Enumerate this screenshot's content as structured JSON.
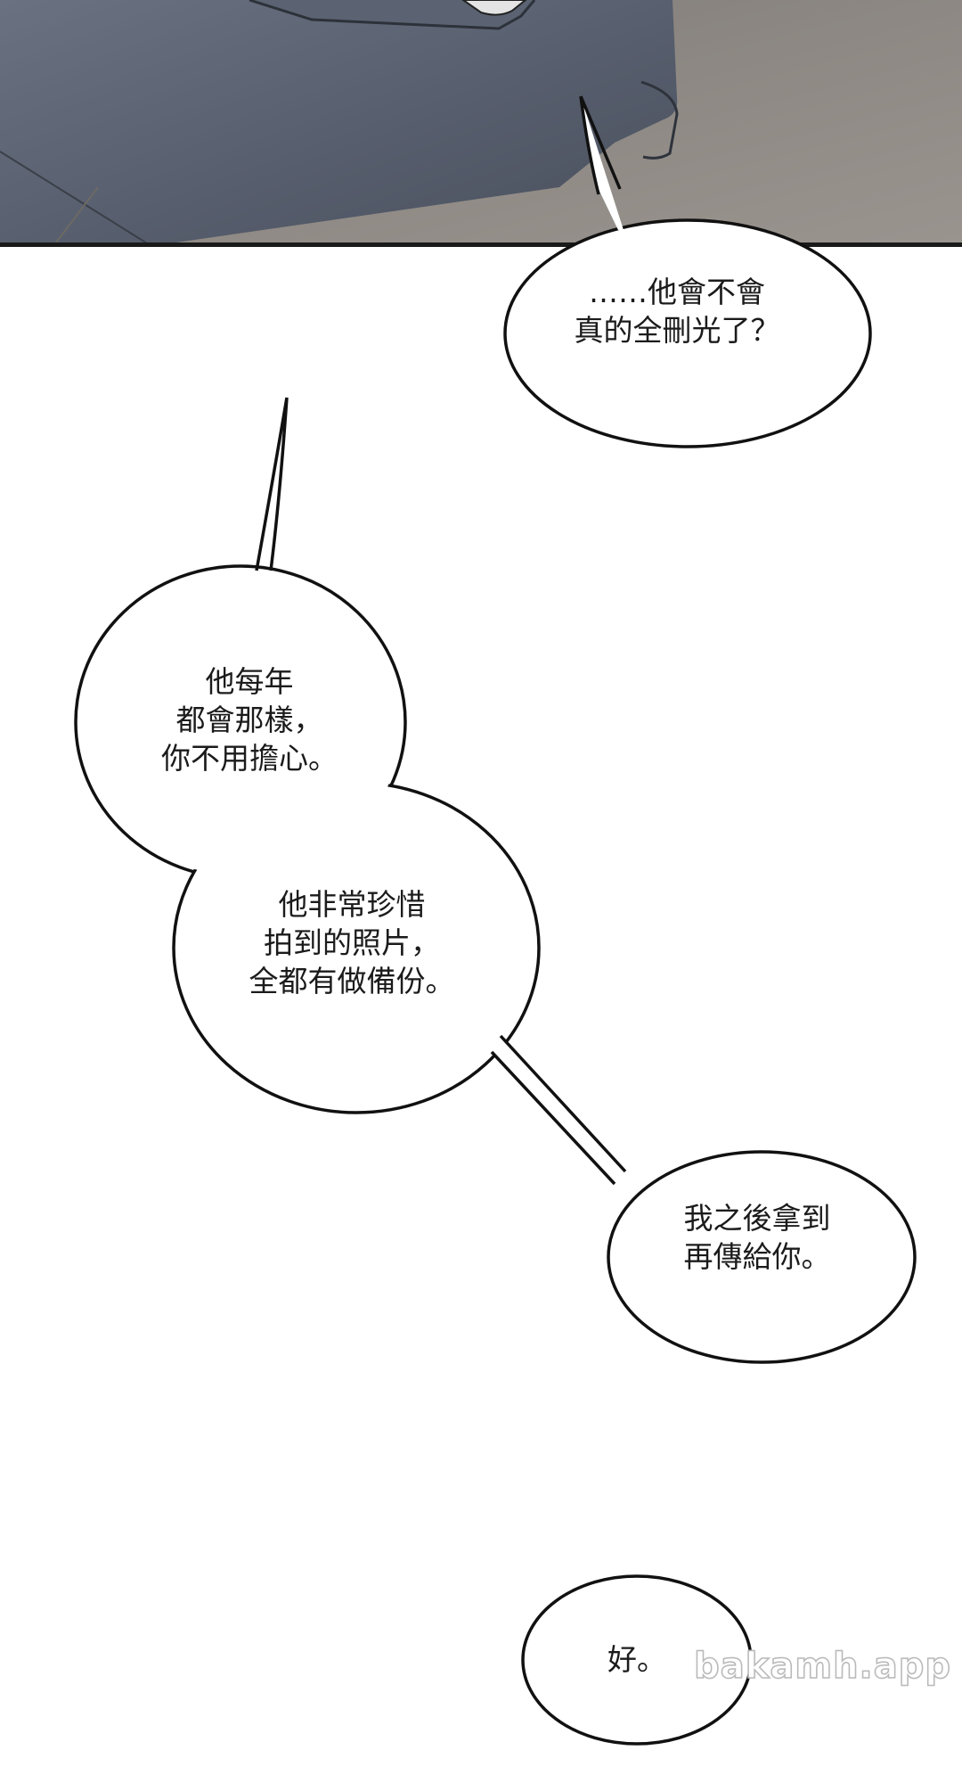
{
  "bubbles": [
    {
      "lines": [
        "……他會不會",
        "真的全刪光了？"
      ]
    },
    {
      "lines": [
        "他每年",
        "都會那樣，",
        "你不用擔心。"
      ]
    },
    {
      "lines": [
        "他非常珍惜",
        "拍到的照片，",
        "全都有做備份。"
      ]
    },
    {
      "lines": [
        "我之後拿到",
        "再傳給你。"
      ]
    },
    {
      "lines": [
        "好。"
      ]
    }
  ],
  "watermark": "bakamh.app",
  "colors": {
    "background": "#ffffff",
    "bubble_outline": "#111111",
    "panel_floor": "#8a8580",
    "panel_device": "#586070"
  }
}
